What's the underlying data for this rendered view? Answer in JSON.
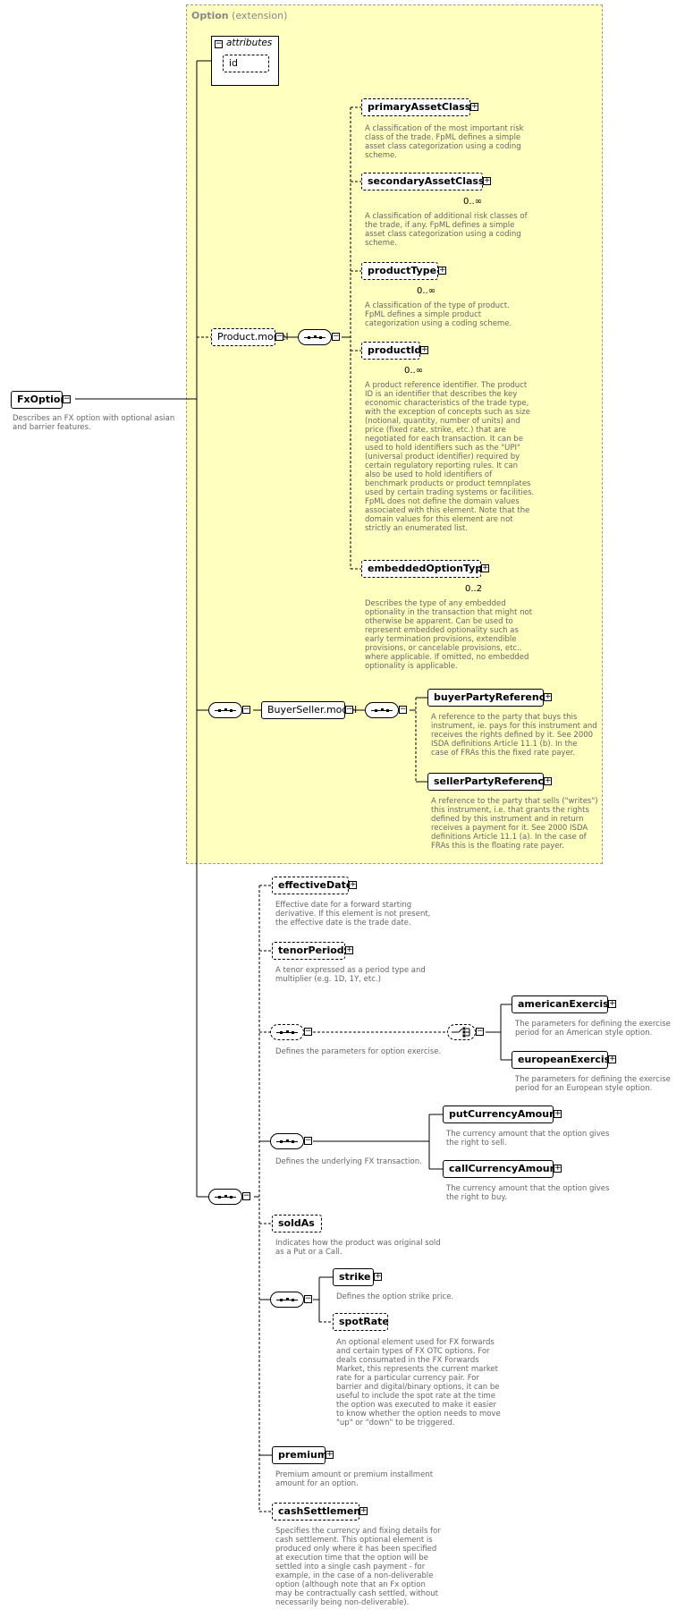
{
  "extension": {
    "title": "Option",
    "suffix": " (extension)"
  },
  "attributes": {
    "label": "attributes",
    "id": "id"
  },
  "root": {
    "name": "FxOption",
    "desc": "Describes an FX option with optional asian\nand barrier features."
  },
  "product_model": {
    "name": "Product.model"
  },
  "elements": {
    "primaryAssetClass": {
      "name": "primaryAssetClass",
      "desc": "A classification of the most important risk\nclass of the trade. FpML defines a simple\nasset class categorization using a coding\nscheme."
    },
    "secondaryAssetClass": {
      "name": "secondaryAssetClass",
      "occ": "0..∞",
      "desc": "A classification of additional risk classes of\nthe trade, if any. FpML defines a simple\nasset class categorization using a coding\nscheme."
    },
    "productType": {
      "name": "productType",
      "occ": "0..∞",
      "desc": "A classification of the type of product.\nFpML defines a simple product\ncategorization using a coding scheme."
    },
    "productId": {
      "name": "productId",
      "occ": "0..∞",
      "desc": "A product reference identifier. The product\nID is an identifier that describes the key\neconomic characteristics of the trade type,\nwith the exception of concepts such as size\n(notional, quantity, number of units) and\nprice (fixed rate, strike, etc.) that are\nnegotiated for each transaction. It can be\nused to hold identifiers such as the \"UPI\"\n(universal product identifier) required by\ncertain regulatory reporting rules. It can\nalso be used to hold identifiers of\nbenchmark products or product temnplates\nused by certain trading systems or facilities.\nFpML does not define the domain values\nassociated with this element. Note that the\ndomain values for this element are not\nstrictly an enumerated list."
    },
    "embeddedOptionType": {
      "name": "embeddedOptionType",
      "occ": "0..2",
      "desc": "Describes the type of any embedded\noptionality in the transaction that might not\notherwise be apparent. Can be used to\nrepresent embedded optionality such as\nearly termination provisions, extendible\nprovisions, or cancelable provisions, etc..\nwhere applicable. If omitted, no embedded\noptionality is applicable."
    },
    "buyerSellerModel": {
      "name": "BuyerSeller.model"
    },
    "buyerPartyReference": {
      "name": "buyerPartyReference",
      "desc": "A reference to the party that buys this\ninstrument, ie. pays for this instrument and\nreceives the rights defined by it. See 2000\nISDA definitions Article 11.1 (b). In the\ncase of FRAs this the fixed rate payer."
    },
    "sellerPartyReference": {
      "name": "sellerPartyReference",
      "desc": "A reference to the party that sells (\"writes\")\nthis instrument, i.e. that grants the rights\ndefined by this instrument and in return\nreceives a payment for it. See 2000 ISDA\ndefinitions Article 11.1 (a). In the case of\nFRAs this is the floating rate payer."
    },
    "effectiveDate": {
      "name": "effectiveDate",
      "desc": "Effective date for a forward starting\nderivative. If this element is not present,\nthe effective date is the trade date."
    },
    "tenorPeriod": {
      "name": "tenorPeriod",
      "desc": "A tenor expressed as a period type and\nmultiplier (e.g. 1D, 1Y, etc.)"
    },
    "exerciseSeq": {
      "desc": "Defines the parameters for option exercise."
    },
    "americanExercise": {
      "name": "americanExercise",
      "desc": "The parameters for defining the exercise\nperiod for an American style option."
    },
    "europeanExercise": {
      "name": "europeanExercise",
      "desc": "The parameters for defining the exercise\nperiod for an European style option."
    },
    "fxSeq": {
      "desc": "Defines the underlying FX transaction."
    },
    "putCurrencyAmount": {
      "name": "putCurrencyAmount",
      "desc": "The currency amount that the option gives\nthe right to sell."
    },
    "callCurrencyAmount": {
      "name": "callCurrencyAmount",
      "desc": "The currency amount that the option gives\nthe right to buy."
    },
    "soldAs": {
      "name": "soldAs",
      "desc": "Indicates how the product was original sold\nas a Put or a Call."
    },
    "strike": {
      "name": "strike",
      "desc": "Defines the option strike price."
    },
    "spotRate": {
      "name": "spotRate",
      "desc": "An optional element used for FX forwards\nand certain types of FX OTC options. For\ndeals consumated in the FX Forwards\nMarket, this represents the current market\nrate for a particular currency pair. For\nbarrier and digital/binary options, it can be\nuseful to include the spot rate at the time\nthe option was executed to make it easier\nto know whether the option needs to move\n\"up\" or \"down\" to be triggered."
    },
    "premium": {
      "name": "premium",
      "desc": "Premium amount or premium installment\namount for an option."
    },
    "cashSettlement": {
      "name": "cashSettlement",
      "desc": "Specifies the currency and fixing details for\ncash settlement. This optional element is\nproduced only where it has been specified\nat execution time that the option will be\nsettled into a single cash payment - for\nexample, in the case of a non-deliverable\noption (although note that an Fx option\nmay be contractually cash settled, without\nnecessarily being non-deliverable)."
    }
  }
}
